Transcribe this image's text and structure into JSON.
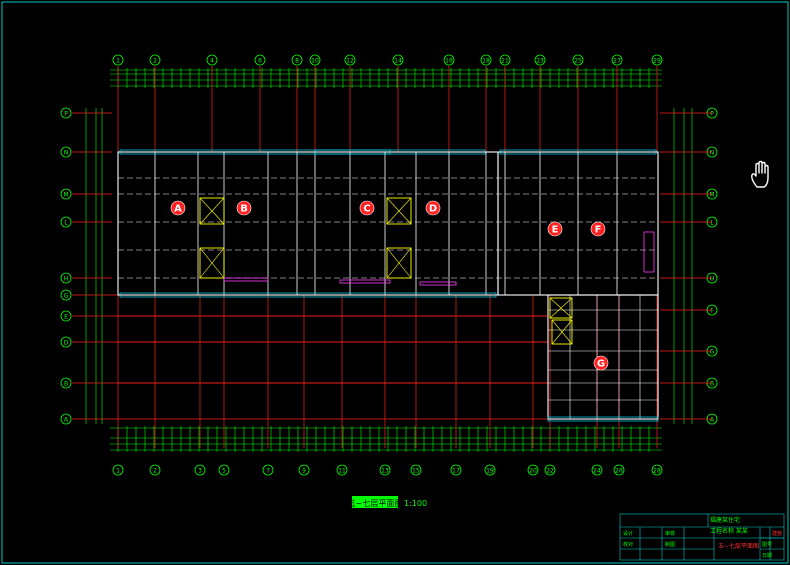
{
  "app": {
    "cursor_icon": "hand-pan-icon"
  },
  "drawing": {
    "title": "五~七层平面图",
    "scale": "1:100",
    "colors": {
      "background": "#000000",
      "frame": "#00c8c8",
      "dimension": "#00ff00",
      "axis_line": "#ff2020",
      "wall": "#ffffff",
      "wall_fill": "#d8d8d8",
      "window": "#00e0ff",
      "stair": "#ffff00",
      "partition": "#ff40ff",
      "bubble": "#00ff00",
      "unit_mark": "#ff2020"
    },
    "unit_labels": [
      "A",
      "B",
      "C",
      "D",
      "E",
      "F",
      "G"
    ],
    "top_axes": [
      "1",
      "2",
      "4",
      "6",
      "8",
      "10",
      "12",
      "14",
      "16",
      "18",
      "21",
      "23",
      "25",
      "27",
      "29"
    ],
    "bottom_axes": [
      "1",
      "2",
      "3",
      "5",
      "7",
      "9",
      "11",
      "13",
      "15",
      "17",
      "19",
      "20",
      "22",
      "24",
      "26",
      "28"
    ],
    "left_axes": [
      "P",
      "N",
      "M",
      "L",
      "H",
      "G",
      "E",
      "D",
      "B",
      "A"
    ],
    "right_axes": [
      "P",
      "N",
      "M",
      "L",
      "H",
      "F",
      "G",
      "B",
      "A"
    ],
    "title_block": {
      "row1": "福建某住宅",
      "row2": "工程名称  某某",
      "cells": [
        "设计",
        "校对",
        "审核",
        "制图",
        "五~七层平面图",
        "建施",
        "图号",
        "日期"
      ]
    }
  }
}
